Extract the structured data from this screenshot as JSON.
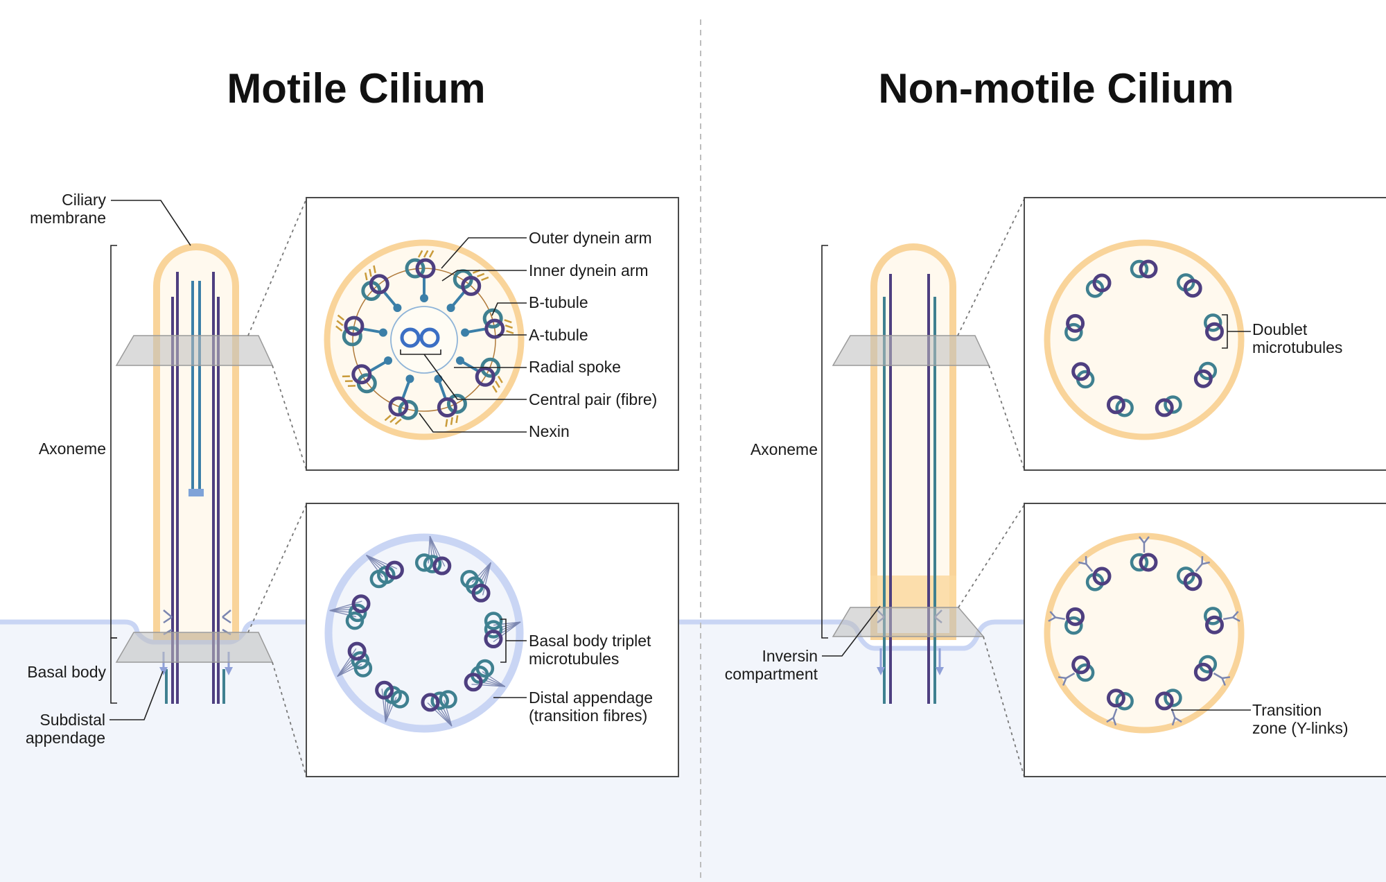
{
  "titles": {
    "motile": "Motile Cilium",
    "nonmotile": "Non-motile Cilium"
  },
  "motile_labels": {
    "ciliary_membrane": [
      "Ciliary",
      "membrane"
    ],
    "axoneme": "Axoneme",
    "basal_body": "Basal body",
    "subdistal_appendage": [
      "Subdistal",
      "appendage"
    ],
    "outer_dynein_arm": "Outer dynein arm",
    "inner_dynein_arm": "Inner dynein arm",
    "b_tubule": "B-tubule",
    "a_tubule": "A-tubule",
    "radial_spoke": "Radial spoke",
    "central_pair": "Central pair (fibre)",
    "nexin": "Nexin",
    "basal_triplet": [
      "Basal body triplet",
      "microtubules"
    ],
    "distal_appendage": [
      "Distal appendage",
      "(transition fibres)"
    ]
  },
  "nonmotile_labels": {
    "axoneme": "Axoneme",
    "inversin": [
      "Inversin",
      "compartment"
    ],
    "doublet": [
      "Doublet",
      "microtubules"
    ],
    "transition_zone": [
      "Transition",
      "zone (Y-links)"
    ]
  },
  "colors": {
    "membrane_orange": "#F9D49A",
    "cilium_fill": "#FFF9EE",
    "a_tubule_purple": "#4E3F80",
    "b_tubule_teal": "#3F8090",
    "spoke_blue": "#3B7FA8",
    "dynein_gold": "#C99B3A",
    "cell_membrane_blue": "#C9D5F4",
    "cytoplasm": "#F2F5FB",
    "ylink_gray": "#7B86B0"
  }
}
